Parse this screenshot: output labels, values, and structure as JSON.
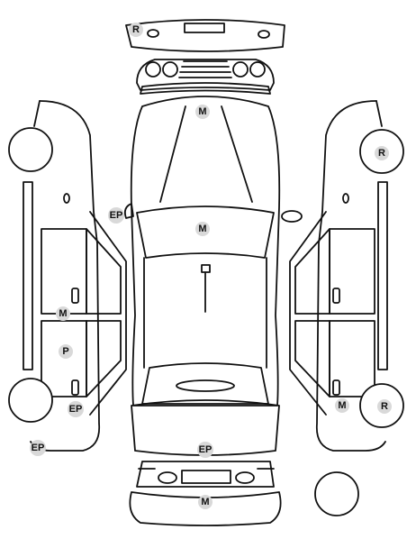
{
  "diagram": {
    "colors": {
      "stroke": "#111111",
      "badge_fill": "#d9d9d9",
      "background": "#ffffff"
    },
    "markers": [
      {
        "id": "rear-top",
        "label": "R"
      },
      {
        "id": "hood",
        "label": "M"
      },
      {
        "id": "left-mirror",
        "label": "EP"
      },
      {
        "id": "windshield",
        "label": "M"
      },
      {
        "id": "left-side-lower",
        "label": "M"
      },
      {
        "id": "left-door-rear",
        "label": "P"
      },
      {
        "id": "left-rear-wheel",
        "label": "EP"
      },
      {
        "id": "left-bottom-corner",
        "label": "EP"
      },
      {
        "id": "trunk",
        "label": "EP"
      },
      {
        "id": "front-bumper",
        "label": "M"
      },
      {
        "id": "right-front-wheel",
        "label": "R"
      },
      {
        "id": "right-side-lower",
        "label": "M"
      },
      {
        "id": "right-rear-wheel",
        "label": "R"
      }
    ]
  }
}
